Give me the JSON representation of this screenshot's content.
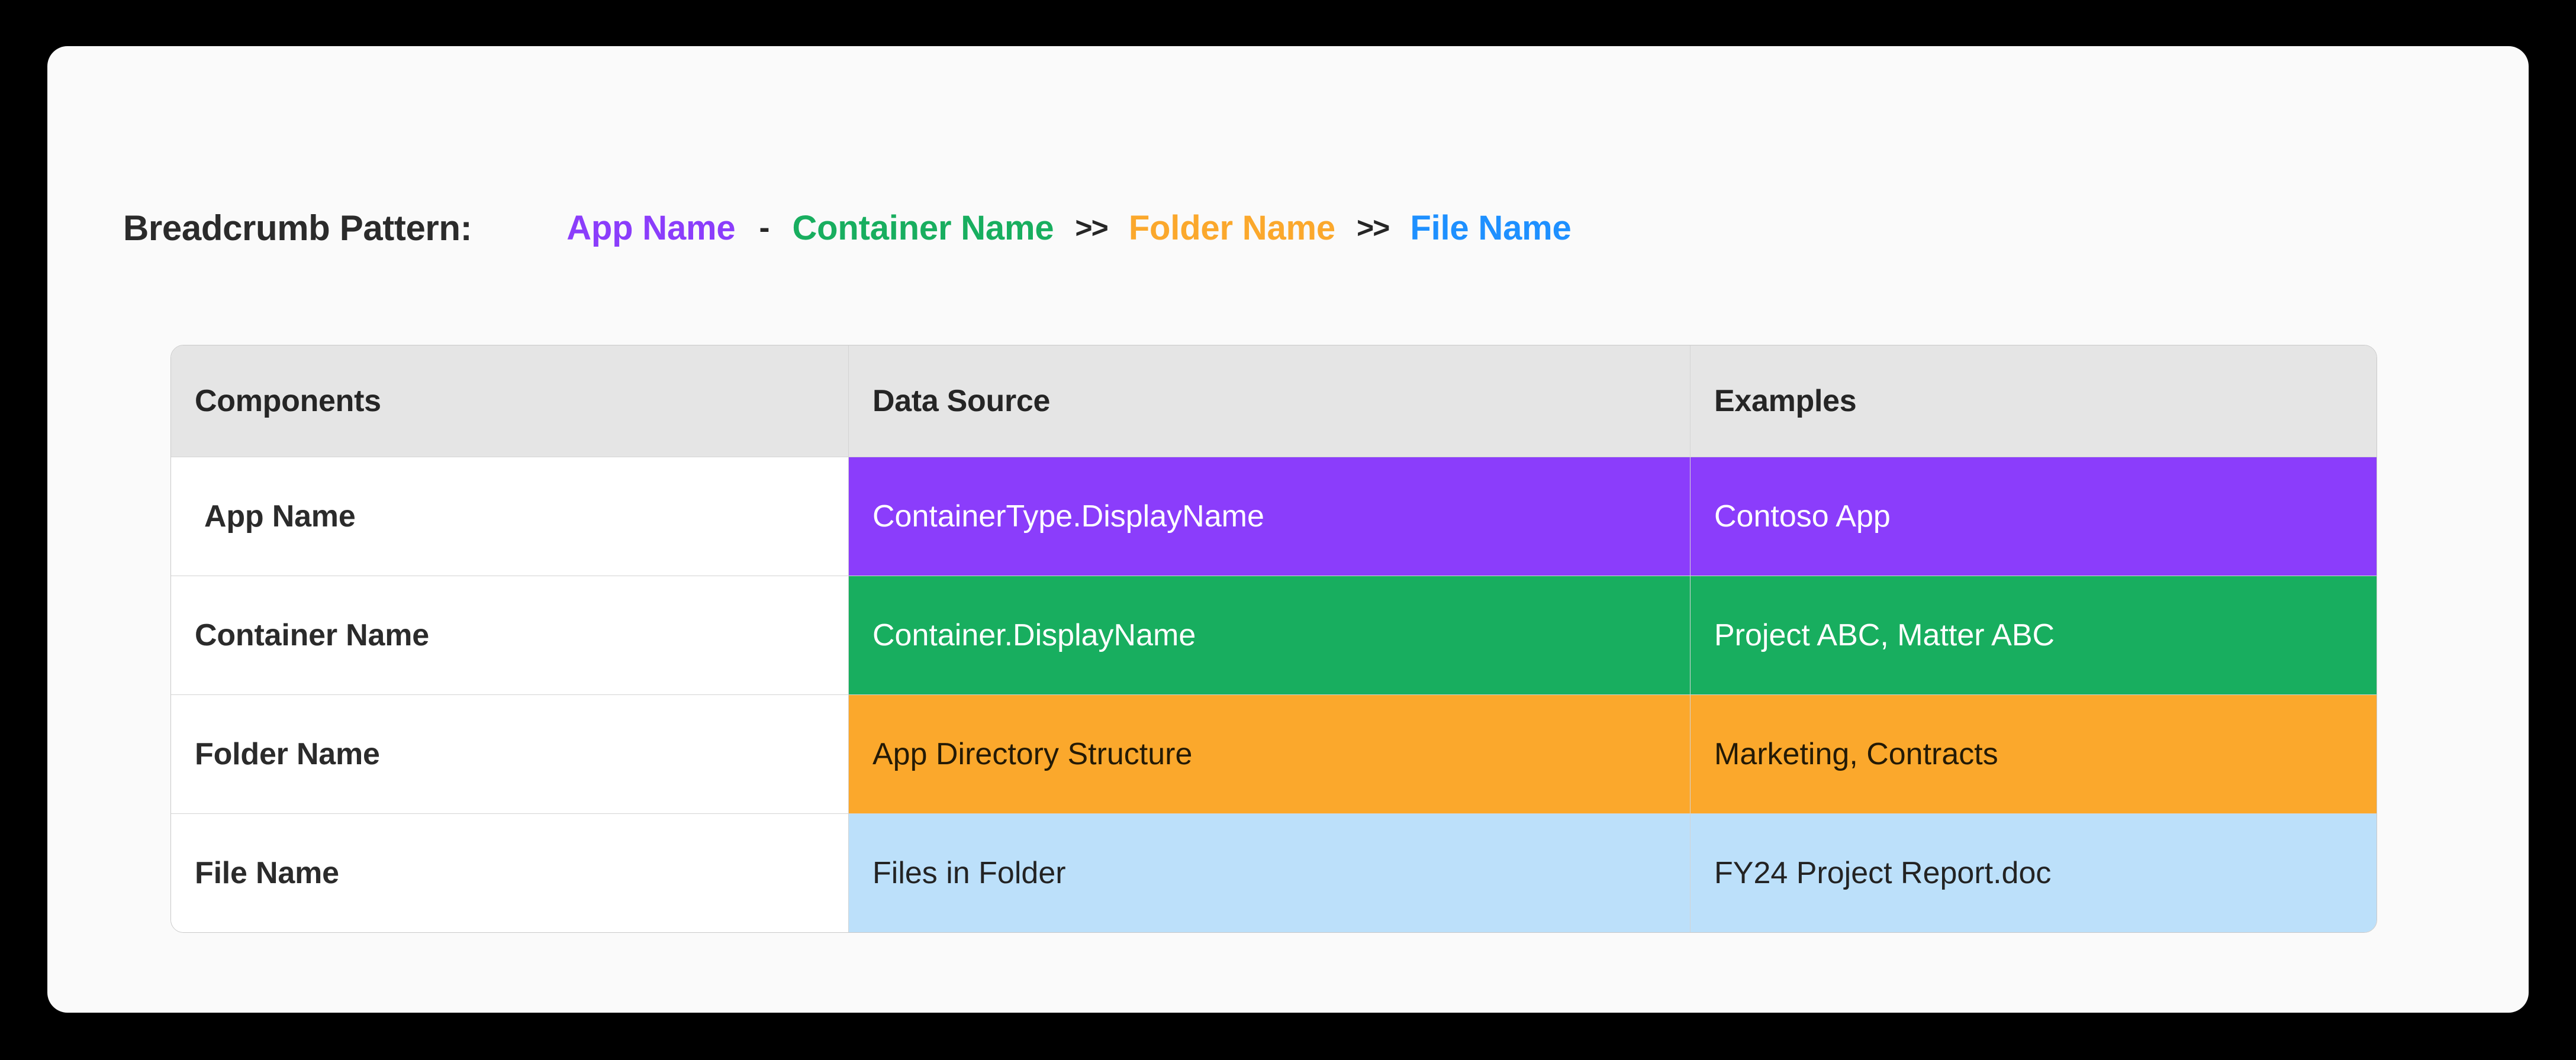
{
  "breadcrumb": {
    "label": "Breadcrumb Pattern:",
    "separator_dash": "-",
    "separator_chevron": ">>",
    "segments": [
      {
        "text": "App Name",
        "color": "#8B3DFB"
      },
      {
        "text": "Container Name",
        "color": "#18AE5F"
      },
      {
        "text": "Folder Name",
        "color": "#FBA82C"
      },
      {
        "text": "File Name",
        "color": "#1E90FF"
      }
    ]
  },
  "table": {
    "columns": [
      "Components",
      "Data Source",
      "Examples"
    ],
    "rows": [
      {
        "component": "App Name",
        "data_source": "ContainerType.DisplayName",
        "example": "Contoso App",
        "bg": "#8B3DFB",
        "fg": "#FFFFFF"
      },
      {
        "component": "Container Name",
        "data_source": "Container.DisplayName",
        "example": "Project ABC, Matter ABC",
        "bg": "#18AE5F",
        "fg": "#FFFFFF"
      },
      {
        "component": "Folder Name",
        "data_source": "App Directory Structure",
        "example": "Marketing, Contracts",
        "bg": "#FBA82C",
        "fg": "#241A06"
      },
      {
        "component": "File Name",
        "data_source": "Files in Folder",
        "example": "FY24 Project Report.doc",
        "bg": "#BCE0FA",
        "fg": "#232323"
      }
    ]
  },
  "theme": {
    "page_background": "#000000",
    "card_background": "#FAFAFA",
    "header_background": "#E5E5E5",
    "border": "#D4D4D4",
    "text": "#2B2B2B"
  }
}
